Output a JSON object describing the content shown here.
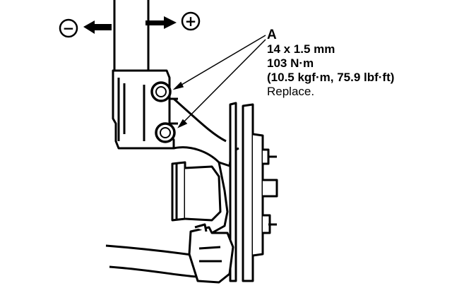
{
  "callout": {
    "letter": "A",
    "bolt_size": "14 x 1.5 mm",
    "torque_nm": "103 N·m",
    "torque_other": "(10.5 kgf·m, 75.9 lbf·ft)",
    "note": "Replace."
  },
  "direction": {
    "minus_symbol": "−",
    "plus_symbol": "+"
  }
}
